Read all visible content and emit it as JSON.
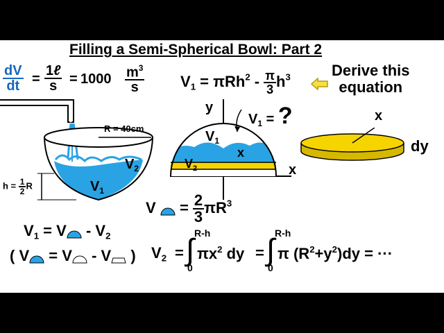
{
  "title": "Filling a Semi-Spherical Bowl: Part 2",
  "rate": {
    "dV": "dV",
    "dt": "dt",
    "eq1": "=",
    "one": "1",
    "liter": "ℓ",
    "s1": "s",
    "eq2": "=",
    "thousand": "1000",
    "m3": "m",
    "cube": "3",
    "s2": "s"
  },
  "v1_formula": {
    "lhs": "V",
    "lhs_sub": "1",
    "eq": "=",
    "piR": "πRh",
    "sq": "2",
    "minus": "-",
    "pi": "π",
    "three": "3",
    "h": "h",
    "cube": "3"
  },
  "derive_note": {
    "line1": "Derive this",
    "line2": "equation"
  },
  "bowl": {
    "R_label": "R = 40cm",
    "h_label": "h =",
    "h_num": "1",
    "h_den": "2",
    "h_R": "R",
    "v2": "V",
    "v2_sub": "2",
    "v1": "V",
    "v1_sub": "1"
  },
  "cross_section": {
    "y": "y",
    "x_axis": "x",
    "x_inner": "x",
    "v1": "V",
    "v1_sub": "1",
    "v2": "V",
    "v2_sub": "2",
    "question": "V",
    "question_sub": "1",
    "question_eq": "=",
    "question_mark": "?"
  },
  "disk": {
    "x": "x",
    "dy": "dy"
  },
  "hemisphere_volume": {
    "lhs": "V",
    "eq": "=",
    "num": "2",
    "den": "3",
    "rhs": "πR",
    "cube": "3"
  },
  "relation1": {
    "lhs": "V",
    "lhs_sub": "1",
    "eq": "=",
    "v": "V",
    "minus": "-",
    "v2": "V",
    "v2_sub": "2"
  },
  "relation2": {
    "open": "(",
    "lhs": "V",
    "eq": "=",
    "v": "V",
    "minus": "-",
    "v2": "V",
    "close": ")"
  },
  "integral": {
    "lhs": "V",
    "lhs_sub": "2",
    "eq1": "=",
    "upper1": "R-h",
    "lower1": "0",
    "body1": "πx",
    "sq1": "2",
    "dy1": "dy",
    "eq2": "=",
    "upper2": "R-h",
    "lower2": "0",
    "pi2": "π",
    "body2_open": "(R",
    "sq2": "2",
    "plus": "+",
    "y": "y",
    "sq3": "2",
    "body2_close": ")",
    "dy2": "dy",
    "eq3": "=",
    "dots": "···"
  },
  "colors": {
    "water": "#29a3e4",
    "water_light": "#bfe6fb",
    "disk": "#f5d400",
    "disk_edge": "#8a7a00",
    "accent_blue": "#1565c0",
    "arrow": "#e8c800"
  }
}
